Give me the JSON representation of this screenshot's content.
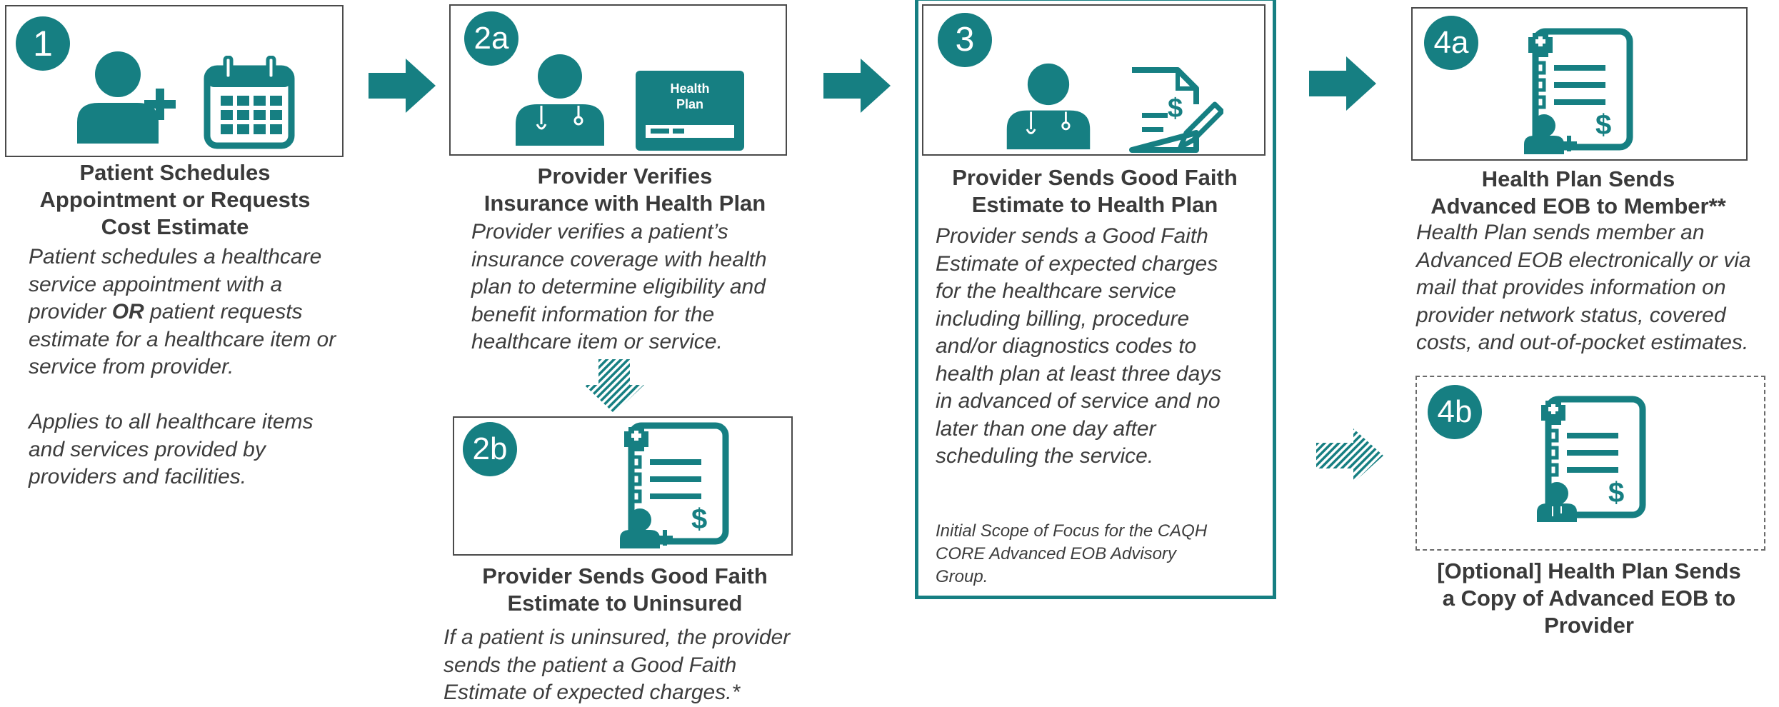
{
  "colors": {
    "accent": "#167f82",
    "text": "#3a3a3a",
    "border": "#4a4a4a"
  },
  "steps": {
    "s1": {
      "badge": "1",
      "title_lines": [
        "Patient Schedules",
        "Appointment or Requests",
        "Cost Estimate"
      ],
      "desc_lines_a": [
        "Patient schedules a healthcare",
        "service appointment with a"
      ],
      "desc_line_or_pre": "provider ",
      "desc_line_or_bold": "OR",
      "desc_line_or_post": " patient requests",
      "desc_lines_b": [
        "estimate for a healthcare item or",
        "service from provider."
      ],
      "desc2_lines": [
        "Applies to all healthcare items",
        "and services provided by",
        "providers and facilities."
      ],
      "icons": [
        "add-user-icon",
        "calendar-icon"
      ]
    },
    "s2a": {
      "badge": "2a",
      "title_lines": [
        "Provider Verifies",
        "Insurance with Health Plan"
      ],
      "desc_lines": [
        "Provider verifies a patient’s",
        "insurance coverage with health",
        "plan to determine eligibility and",
        "benefit information for the",
        "healthcare item or service."
      ],
      "card_text_1": "Health",
      "card_text_2": "Plan",
      "icons": [
        "doctor-icon",
        "health-plan-card-icon"
      ]
    },
    "s2b": {
      "badge": "2b",
      "title_lines": [
        "Provider Sends Good Faith",
        "Estimate to Uninsured"
      ],
      "desc_lines": [
        "If a patient is uninsured, the provider",
        "sends the patient a Good Faith",
        "Estimate of expected charges.*"
      ],
      "icons": [
        "medical-bill-icon"
      ]
    },
    "s3": {
      "badge": "3",
      "title_lines": [
        "Provider Sends Good Faith",
        "Estimate to Health Plan"
      ],
      "desc_lines": [
        "Provider sends a Good Faith",
        "Estimate of expected charges",
        "for the healthcare service",
        "including billing, procedure",
        "and/or diagnostics codes to",
        "health plan at least three days",
        "in advanced of service and no",
        "later than one day after",
        "scheduling the service."
      ],
      "note_lines": [
        "Initial Scope of Focus for the CAQH",
        "CORE Advanced EOB Advisory",
        "Group."
      ],
      "icons": [
        "doctor-icon",
        "invoice-edit-icon"
      ]
    },
    "s4a": {
      "badge": "4a",
      "title_lines": [
        "Health Plan Sends",
        "Advanced EOB to Member**"
      ],
      "desc_lines": [
        "Health Plan sends member an",
        "Advanced EOB electronically or via",
        "mail that provides information on",
        "provider network status, covered",
        "costs, and out-of-pocket estimates."
      ],
      "icons": [
        "medical-bill-icon"
      ]
    },
    "s4b": {
      "badge": "4b",
      "title_lines": [
        "[Optional] Health Plan Sends",
        "a Copy of  Advanced EOB to",
        "Provider"
      ],
      "icons": [
        "medical-bill-icon"
      ]
    }
  }
}
